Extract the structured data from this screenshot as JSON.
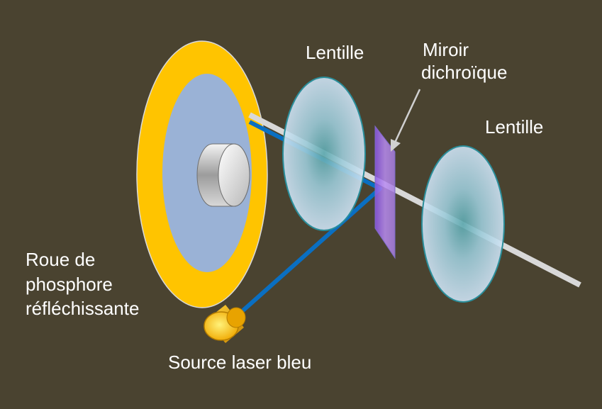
{
  "labels": {
    "lens_1": "Lentille",
    "mirror_line1": "Miroir",
    "mirror_line2": "dichroïque",
    "lens_2": "Lentille",
    "wheel_line1": "Roue de",
    "wheel_line2": "phosphore",
    "wheel_line3": "réfléchissante",
    "laser": "Source laser bleu"
  },
  "colors": {
    "background": "#4a4330",
    "wheel_ring": "#ffc400",
    "wheel_disc": "#9ab2d6",
    "blue_beam": "#0a6fc2",
    "white_beam": "#d8d8d8",
    "mirror": "#a57de8",
    "lens": "#bcd9ee",
    "laser_body": "#f2b400"
  }
}
